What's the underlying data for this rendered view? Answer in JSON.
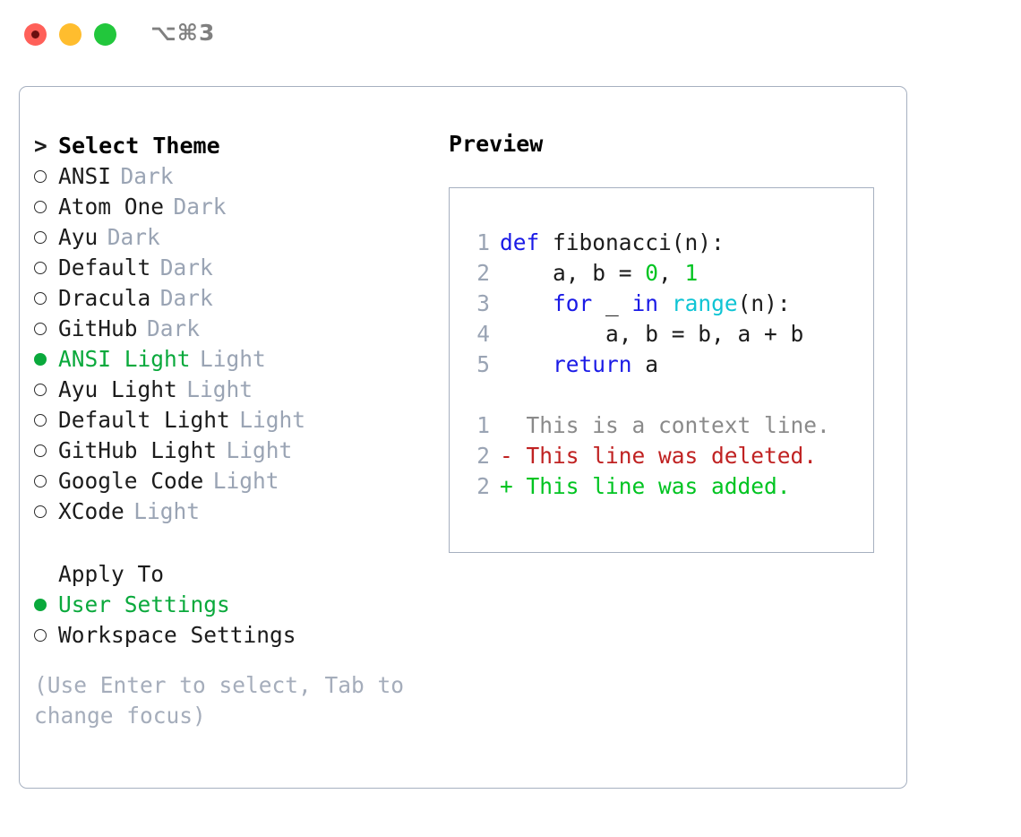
{
  "window": {
    "shortcut_label": "⌥⌘3",
    "traffic_lights": [
      {
        "name": "close",
        "color": "#ff6059"
      },
      {
        "name": "minimize",
        "color": "#ffbd2e"
      },
      {
        "name": "maximize",
        "color": "#22c73c"
      }
    ]
  },
  "theme_selector": {
    "title": "Select Theme",
    "caret": ">",
    "items": [
      {
        "marker": "○",
        "label": "ANSI",
        "variant": "Dark",
        "selected": false
      },
      {
        "marker": "○",
        "label": "Atom One",
        "variant": "Dark",
        "selected": false
      },
      {
        "marker": "○",
        "label": "Ayu",
        "variant": "Dark",
        "selected": false
      },
      {
        "marker": "○",
        "label": "Default",
        "variant": "Dark",
        "selected": false
      },
      {
        "marker": "○",
        "label": "Dracula",
        "variant": "Dark",
        "selected": false
      },
      {
        "marker": "○",
        "label": "GitHub",
        "variant": "Dark",
        "selected": false
      },
      {
        "marker": "●",
        "label": "ANSI Light",
        "variant": "Light",
        "selected": true
      },
      {
        "marker": "○",
        "label": "Ayu Light",
        "variant": "Light",
        "selected": false
      },
      {
        "marker": "○",
        "label": "Default Light",
        "variant": "Light",
        "selected": false
      },
      {
        "marker": "○",
        "label": "GitHub Light",
        "variant": "Light",
        "selected": false
      },
      {
        "marker": "○",
        "label": "Google Code",
        "variant": "Light",
        "selected": false
      },
      {
        "marker": "○",
        "label": "XCode",
        "variant": "Light",
        "selected": false
      }
    ]
  },
  "apply_to": {
    "title": "Apply To",
    "items": [
      {
        "marker": "●",
        "label": "User Settings",
        "selected": true
      },
      {
        "marker": "○",
        "label": "Workspace Settings",
        "selected": false
      }
    ]
  },
  "hint": "(Use Enter to select, Tab to change focus)",
  "preview": {
    "title": "Preview",
    "code": [
      {
        "num": "1",
        "tokens": [
          {
            "t": "def",
            "c": "kw"
          },
          {
            "t": " fibonacci(n):",
            "c": "def"
          }
        ]
      },
      {
        "num": "2",
        "tokens": [
          {
            "t": "    a, b = ",
            "c": "def"
          },
          {
            "t": "0",
            "c": "num"
          },
          {
            "t": ", ",
            "c": "def"
          },
          {
            "t": "1",
            "c": "num"
          }
        ]
      },
      {
        "num": "3",
        "tokens": [
          {
            "t": "    ",
            "c": "def"
          },
          {
            "t": "for",
            "c": "kw"
          },
          {
            "t": " _ ",
            "c": "def"
          },
          {
            "t": "in",
            "c": "kw"
          },
          {
            "t": " ",
            "c": "def"
          },
          {
            "t": "range",
            "c": "fn"
          },
          {
            "t": "(n):",
            "c": "def"
          }
        ]
      },
      {
        "num": "4",
        "tokens": [
          {
            "t": "        a, b = b, a + b",
            "c": "def"
          }
        ]
      },
      {
        "num": "5",
        "tokens": [
          {
            "t": "    ",
            "c": "def"
          },
          {
            "t": "return",
            "c": "kw"
          },
          {
            "t": " a",
            "c": "def"
          }
        ]
      }
    ],
    "diff": [
      {
        "num": "1",
        "sign": " ",
        "text": " This is a context line.",
        "kind": "ctx"
      },
      {
        "num": "2",
        "sign": "-",
        "text": " This line was deleted.",
        "kind": "del"
      },
      {
        "num": "2",
        "sign": "+",
        "text": " This line was added.",
        "kind": "add"
      }
    ]
  },
  "colors": {
    "accent_green": "#0aa93c",
    "muted": "#9aa4b4",
    "border": "#a6b0c0",
    "keyword": "#1a1ae6",
    "function": "#0fc4d4",
    "number": "#00c421",
    "diff_delete": "#c02222",
    "diff_add": "#00c421"
  }
}
